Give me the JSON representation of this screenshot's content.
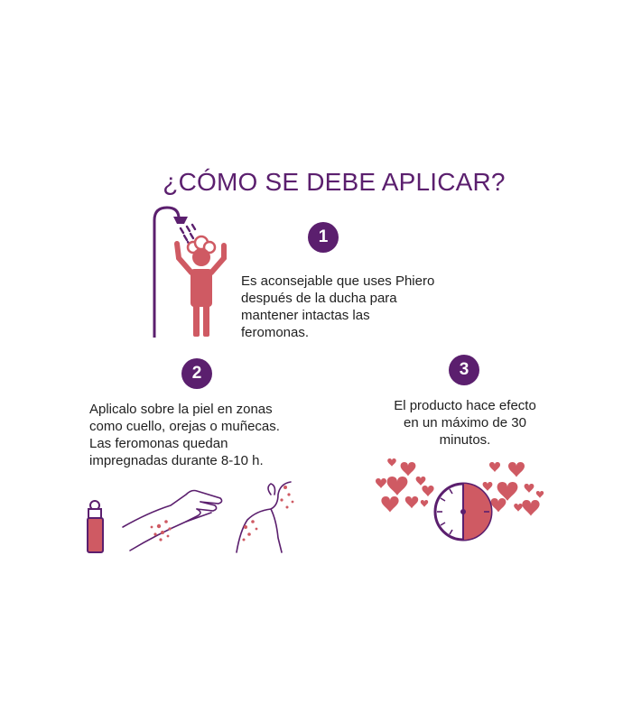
{
  "title": "¿CÓMO SE DEBE APLICAR?",
  "steps": [
    {
      "number": "1",
      "lines": [
        "Es aconsejable que uses Phiero",
        "después de la ducha para",
        "mantener intactas las",
        "feromonas."
      ],
      "icon": "shower-person-icon"
    },
    {
      "number": "2",
      "lines": [
        "Aplicalo sobre la piel en zonas",
        "como cuello, orejas o muñecas.",
        "Las feromonas quedan",
        "impregnadas durante 8-10 h."
      ],
      "icon": "roll-on-application-icon"
    },
    {
      "number": "3",
      "lines": [
        "El producto hace efecto",
        "en un máximo de 30",
        "minutos."
      ],
      "icon": "clock-hearts-icon"
    }
  ],
  "colors": {
    "accent": "#5b1f6e",
    "coral": "#cf5a63",
    "text": "#1f1f1f"
  }
}
